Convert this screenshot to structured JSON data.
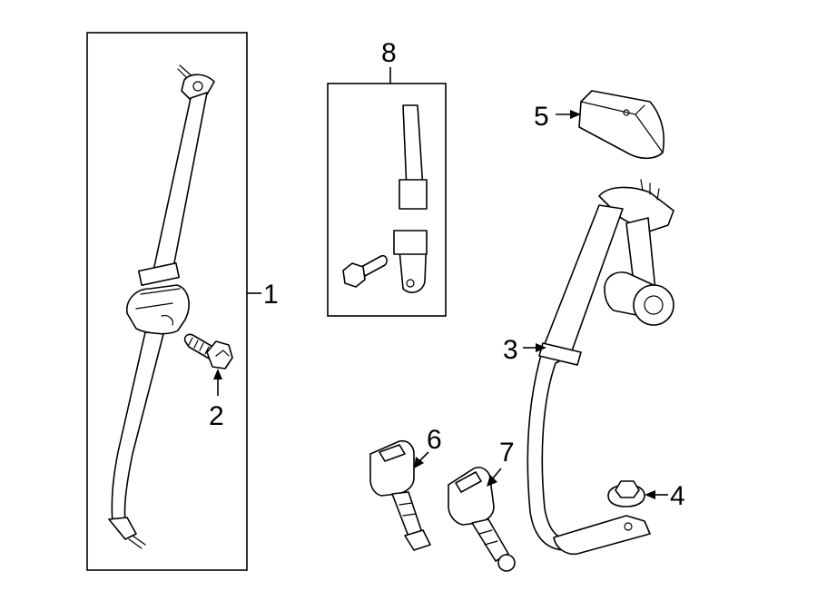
{
  "callouts": {
    "c1": "1",
    "c2": "2",
    "c3": "3",
    "c4": "4",
    "c5": "5",
    "c6": "6",
    "c7": "7",
    "c8": "8"
  },
  "parts": {
    "front_belt": {
      "callout": "1"
    },
    "bolt": {
      "callout": "2"
    },
    "rear_belt": {
      "callout": "3"
    },
    "nut": {
      "callout": "4"
    },
    "cover": {
      "callout": "5"
    },
    "buckle_left": {
      "callout": "6"
    },
    "buckle_right": {
      "callout": "7"
    },
    "extender_kit": {
      "callout": "8"
    }
  }
}
